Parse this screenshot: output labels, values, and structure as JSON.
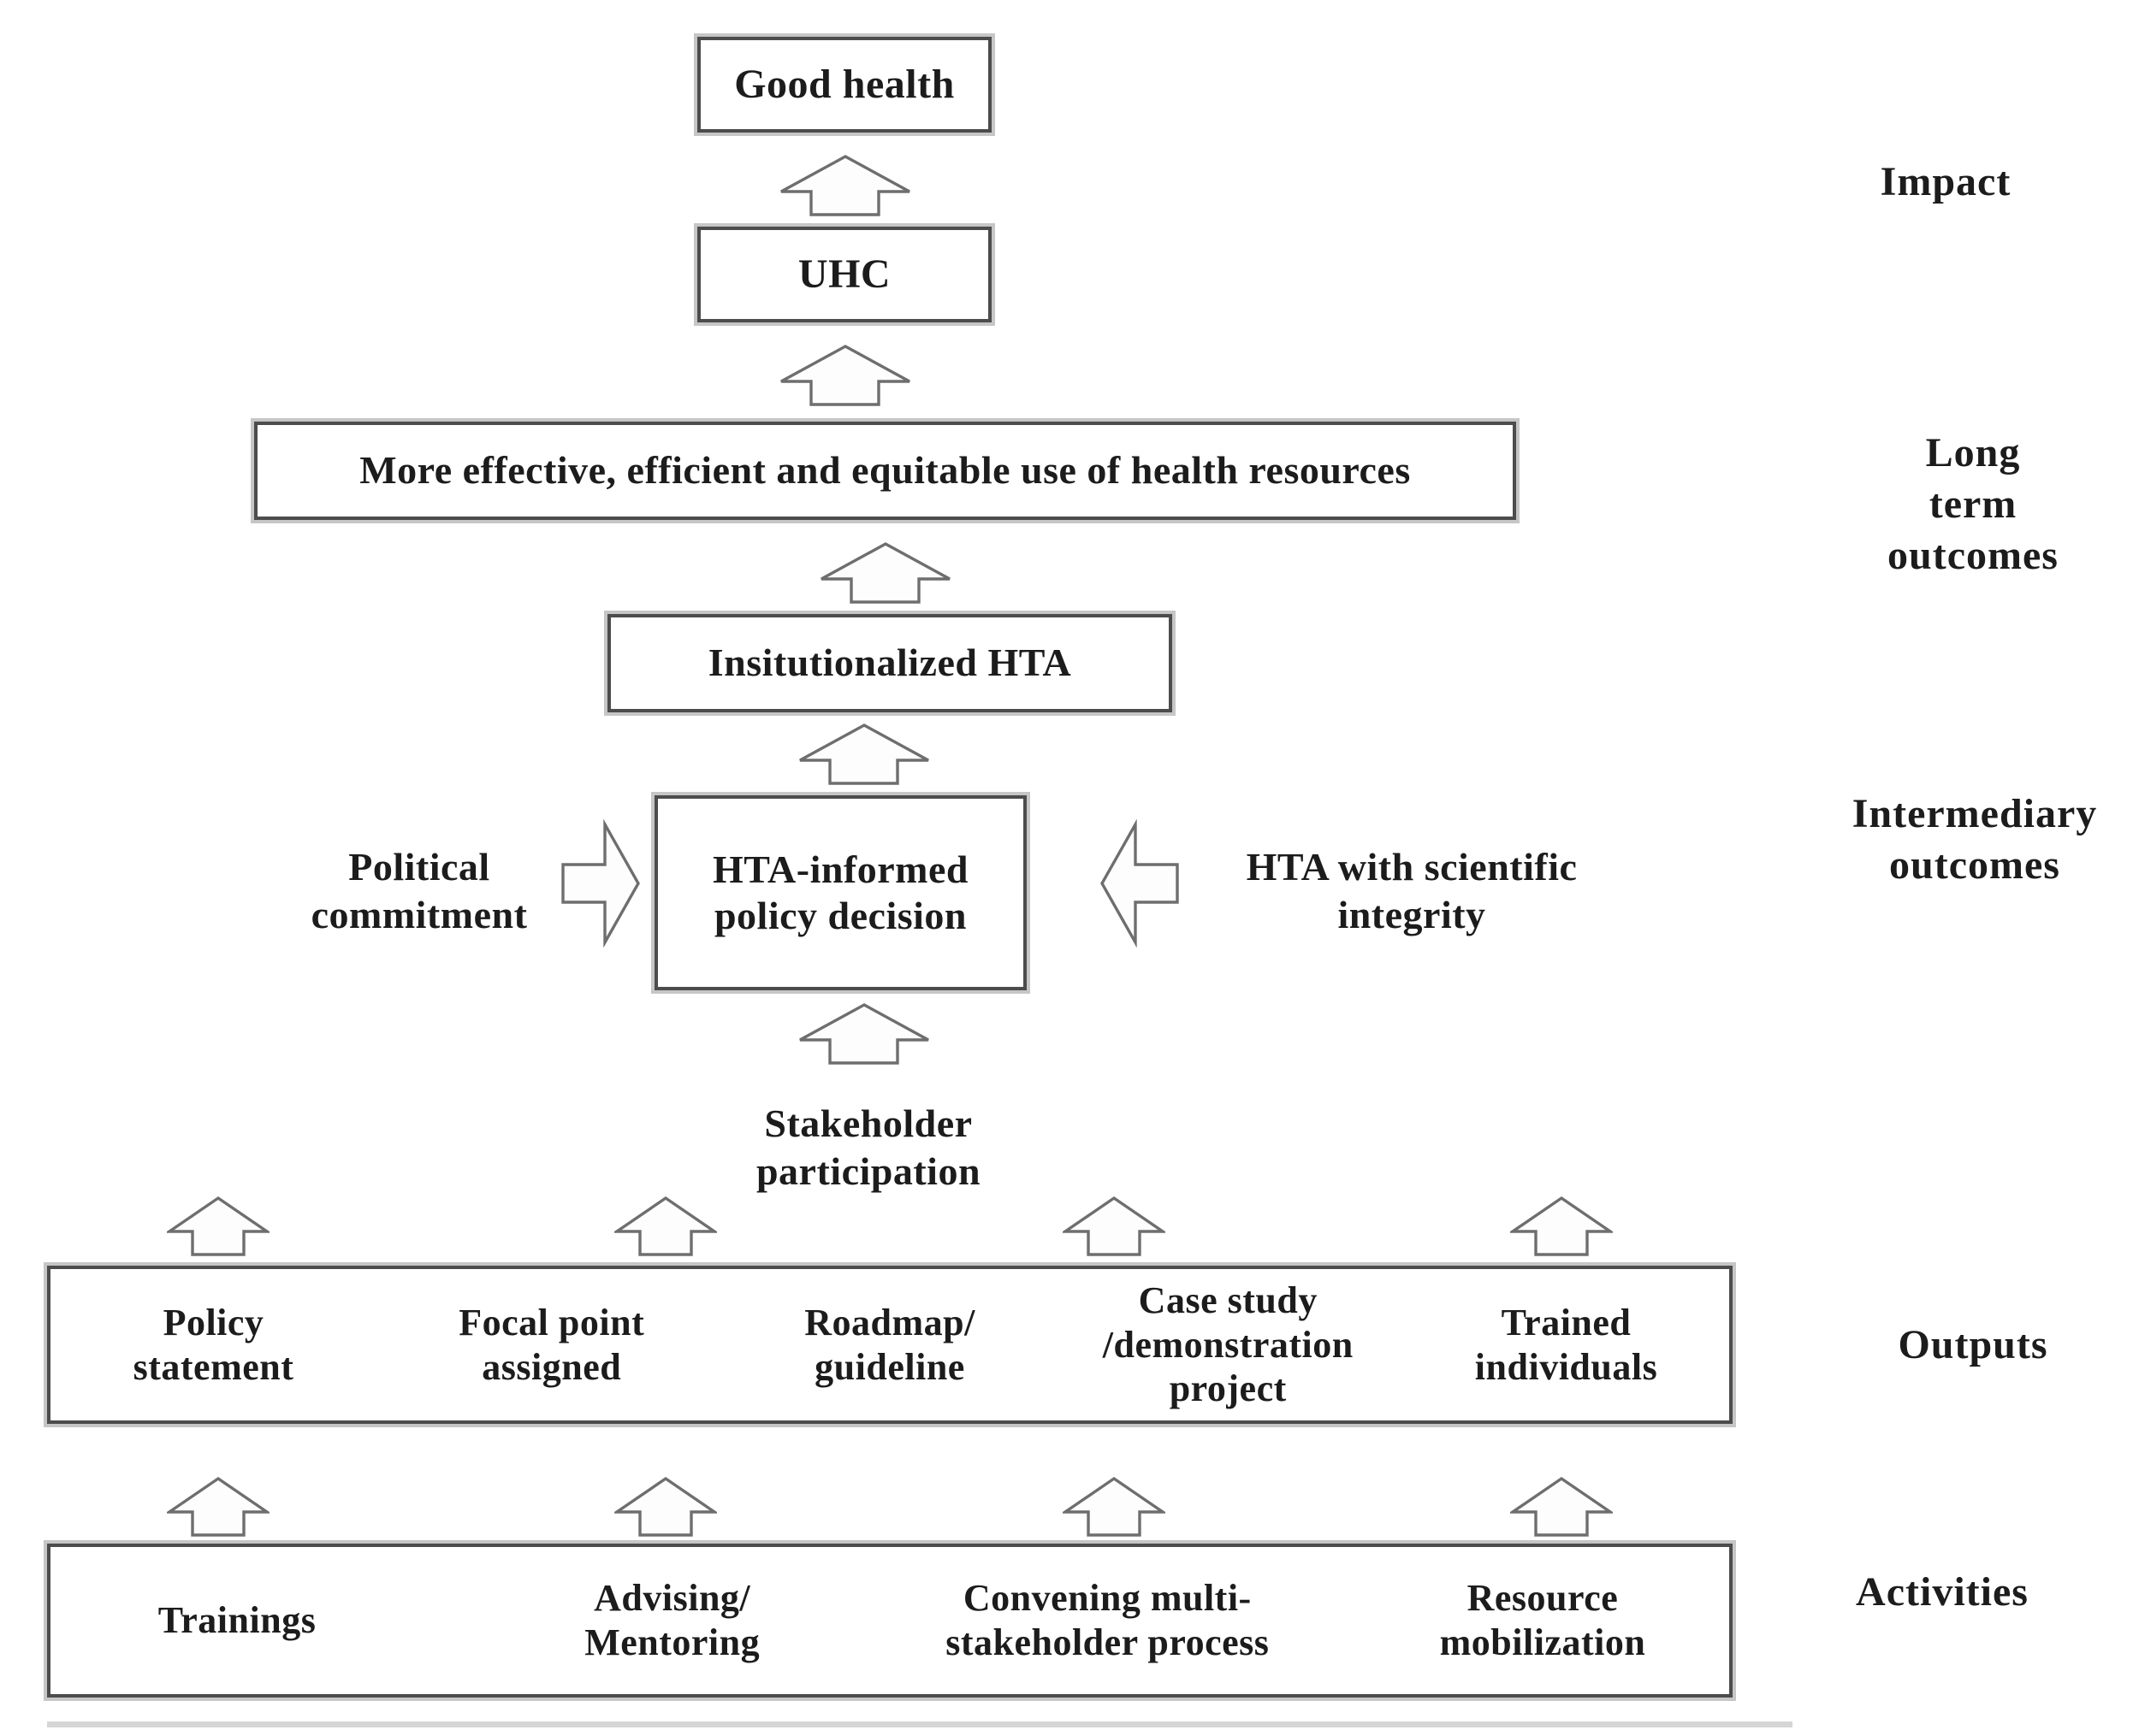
{
  "colors": {
    "background": "#ffffff",
    "box_border": "#4c4c4c",
    "box_halo": "#c6c6c6",
    "text": "#1c1c1c",
    "arrow_outline": "#6e6e6e",
    "arrow_fill": "#fdfdfd"
  },
  "chain": {
    "good_health": "Good health",
    "uhc": "UHC",
    "effective_use": "More effective, efficient and  equitable use of health resources",
    "institutionalized_hta": "Insitutionalized HTA",
    "hta_informed_policy": "HTA-informed\npolicy decision"
  },
  "influences": {
    "political_commitment": "Political\ncommitment",
    "scientific_integrity": "HTA with scientific\nintegrity",
    "stakeholder_participation": "Stakeholder\nparticipation"
  },
  "outputs": {
    "items": [
      "Policy\nstatement",
      "Focal point\nassigned",
      "Roadmap/\nguideline",
      "Case study\n/demonstration\nproject",
      "Trained\nindividuals"
    ]
  },
  "activities": {
    "items": [
      "Trainings",
      "Advising/\nMentoring",
      "Convening multi-\nstakeholder process",
      "Resource\nmobilization"
    ]
  },
  "stage_labels": {
    "impact": "Impact",
    "long_term": "Long term\noutcomes",
    "intermediary": "Intermediary\noutcomes",
    "outputs": "Outputs",
    "activities": "Activities"
  }
}
